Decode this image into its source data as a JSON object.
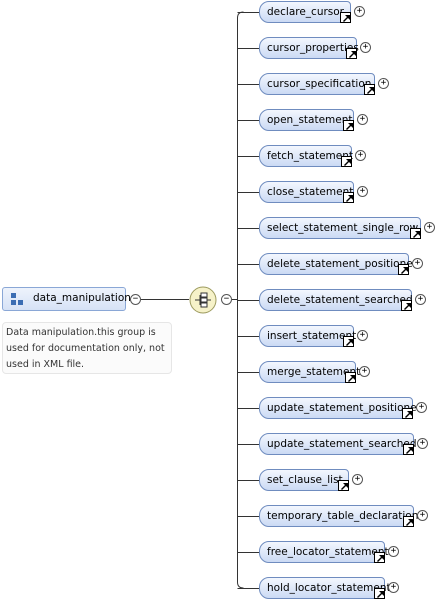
{
  "root": {
    "label": "data_manipulation",
    "documentation": [
      "Data manipulation.this group is",
      "used for documentation only, not",
      "used in XML file."
    ]
  },
  "compositor": {
    "type": "sequence",
    "icon": "sequence-compositor-icon"
  },
  "items": [
    {
      "label": "declare_cursor"
    },
    {
      "label": "cursor_properties"
    },
    {
      "label": "cursor_specification"
    },
    {
      "label": "open_statement"
    },
    {
      "label": "fetch_statement"
    },
    {
      "label": "close_statement"
    },
    {
      "label": "select_statement_single_row"
    },
    {
      "label": "delete_statement_positioned"
    },
    {
      "label": "delete_statement_searched"
    },
    {
      "label": "insert_statement"
    },
    {
      "label": "merge_statement"
    },
    {
      "label": "update_statement_positioned"
    },
    {
      "label": "update_statement_searched"
    },
    {
      "label": "set_clause_list"
    },
    {
      "label": "temporary_table_declaration"
    },
    {
      "label": "free_locator_statement"
    },
    {
      "label": "hold_locator_statement"
    }
  ]
}
